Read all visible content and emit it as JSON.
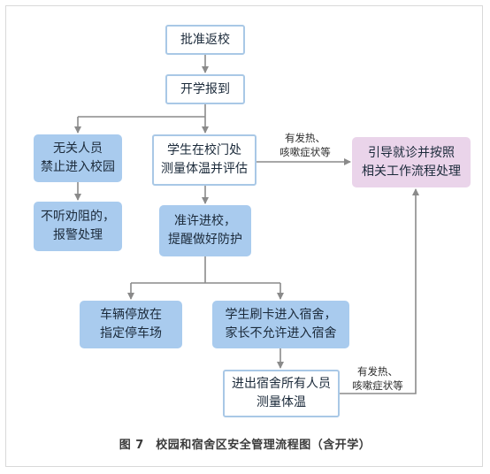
{
  "nodes": {
    "approve_return": "批准返校",
    "school_report": "开学报到",
    "unrelated_persons": "无关人员\n禁止进入校园",
    "gate_temperature": "学生在校门处\n测量体温并评估",
    "guide_treatment": "引导就诊并按照\n相关工作流程处理",
    "refuse_persuasion": "不听劝阻的，\n报警处理",
    "allow_entry": "准许进校，\n提醒做好防护",
    "vehicle_parking": "车辆停放在\n指定停车场",
    "student_card_dorm": "学生刷卡进入宿舍，\n家长不允许进入宿舍",
    "dorm_temperature": "进出宿舍所有人员\n测量体温"
  },
  "edge_labels": {
    "fever_cough_1": "有发热、\n咳嗽症状等",
    "fever_cough_2": "有发热、\n咳嗽症状等"
  },
  "caption": "图 7　校园和宿舍区安全管理流程图（含开学）",
  "colors": {
    "white_box_border": "#a9c8e6",
    "blue_box": "#a9cbee",
    "pink_box": "#ead4ea",
    "arrow": "#8a8a8a"
  }
}
